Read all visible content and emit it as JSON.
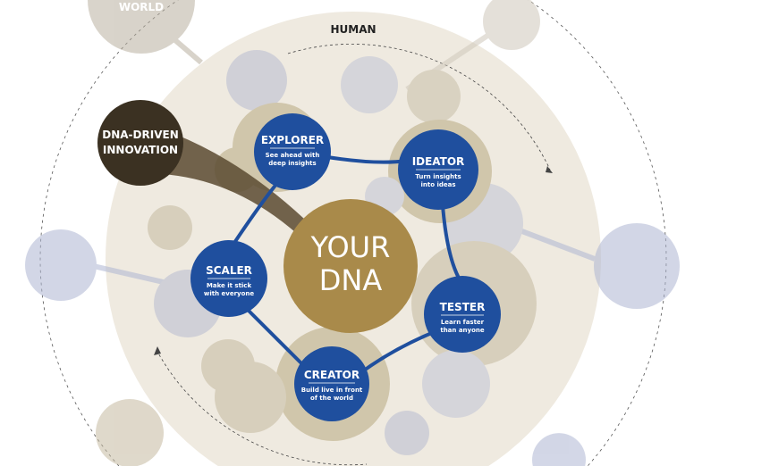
{
  "outer_labels": {
    "world": "WORLD",
    "human": "HUMAN"
  },
  "innovation": {
    "line1": "DNA-DRIVEN",
    "line2": "INNOVATION"
  },
  "center": {
    "line1": "YOUR",
    "line2": "DNA"
  },
  "nodes": [
    {
      "title": "EXPLORER",
      "line1": "See ahead with",
      "line2": "deep insights"
    },
    {
      "title": "IDEATOR",
      "line1": "Turn insights",
      "line2": "into ideas"
    },
    {
      "title": "TESTER",
      "line1": "Learn faster",
      "line2": "than anyone"
    },
    {
      "title": "CREATOR",
      "line1": "Build live in front",
      "line2": "of the world"
    },
    {
      "title": "SCALER",
      "line1": "Make it stick",
      "line2": "with everyone"
    }
  ],
  "colors": {
    "blue": "#1f4f9e",
    "gold": "#a98a4a",
    "dark": "#3b3122",
    "bg": "#efeae0"
  }
}
